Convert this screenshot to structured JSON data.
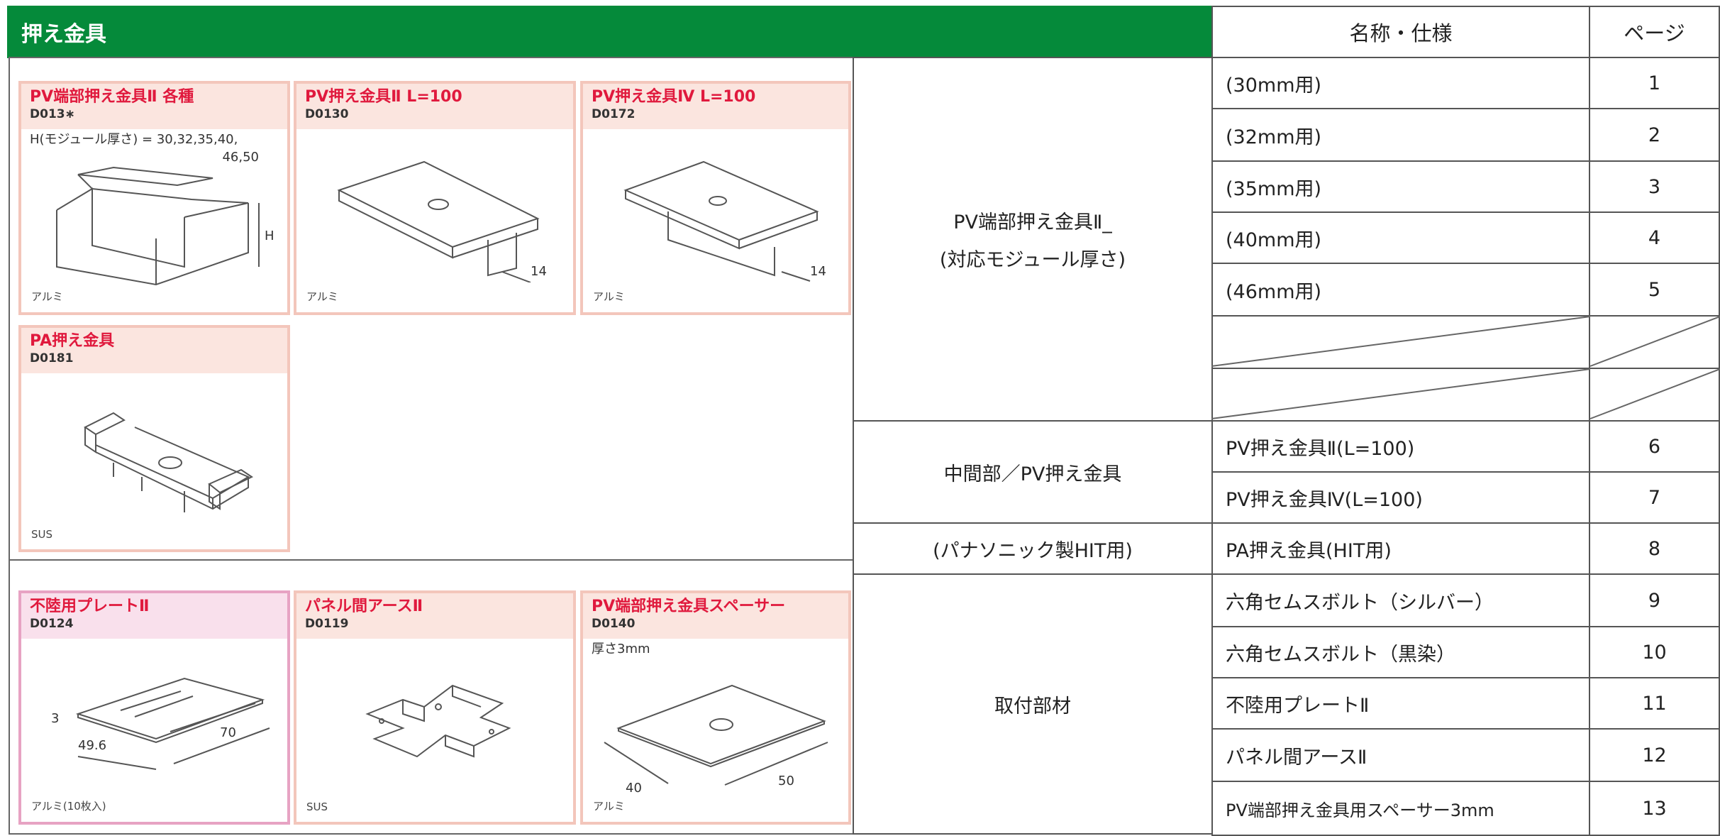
{
  "header": {
    "title": "押え金具",
    "col_name": "名称・仕様",
    "col_page": "ページ"
  },
  "products": [
    {
      "name": "PV端部押え金具Ⅱ 各種",
      "code": "D013∗",
      "note1": "H(モジュール厚さ) = 30,32,35,40,",
      "note2": "46,50",
      "material": "アルミ",
      "dim1": "H"
    },
    {
      "name": "PV押え金具Ⅱ L=100",
      "code": "D0130",
      "material": "アルミ",
      "dim1": "14"
    },
    {
      "name": "PV押え金具Ⅳ L=100",
      "code": "D0172",
      "material": "アルミ",
      "dim1": "14"
    },
    {
      "name": "PA押え金具",
      "code": "D0181",
      "material": "SUS"
    },
    {
      "name": "不陸用プレートⅡ",
      "code": "D0124",
      "material": "アルミ(10枚入)",
      "dim1": "3",
      "dim2": "49.6",
      "dim3": "70"
    },
    {
      "name": "パネル間アースⅡ",
      "code": "D0119",
      "material": "SUS"
    },
    {
      "name": "PV端部押え金具スペーサー",
      "code": "D0140",
      "note1": "厚さ3mm",
      "material": "アルミ",
      "dim1": "40",
      "dim2": "50"
    }
  ],
  "groups": {
    "g1_line1": "PV端部押え金具Ⅱ_",
    "g1_line2": "(対応モジュール厚さ)",
    "g2": "中間部／PV押え金具",
    "g3": "(パナソニック製HIT用)",
    "g4": "取付部材"
  },
  "rows": [
    {
      "name": "(30mm用)",
      "page": "1"
    },
    {
      "name": "(32mm用)",
      "page": "2"
    },
    {
      "name": "(35mm用)",
      "page": "3"
    },
    {
      "name": "(40mm用)",
      "page": "4"
    },
    {
      "name": "(46mm用)",
      "page": "5"
    },
    {
      "name": "",
      "page": ""
    },
    {
      "name": "",
      "page": ""
    },
    {
      "name": "PV押え金具Ⅱ(L=100)",
      "page": "6"
    },
    {
      "name": "PV押え金具Ⅳ(L=100)",
      "page": "7"
    },
    {
      "name": "PA押え金具(HIT用)",
      "page": "8"
    },
    {
      "name": "六角セムスボルト（シルバー）",
      "page": "9"
    },
    {
      "name": "六角セムスボルト（黒染）",
      "page": "10"
    },
    {
      "name": "不陸用プレートⅡ",
      "page": "11"
    },
    {
      "name": "パネル間アースⅡ",
      "page": "12"
    },
    {
      "name": "PV端部押え金具用スペーサー3mm",
      "page": "13"
    }
  ]
}
